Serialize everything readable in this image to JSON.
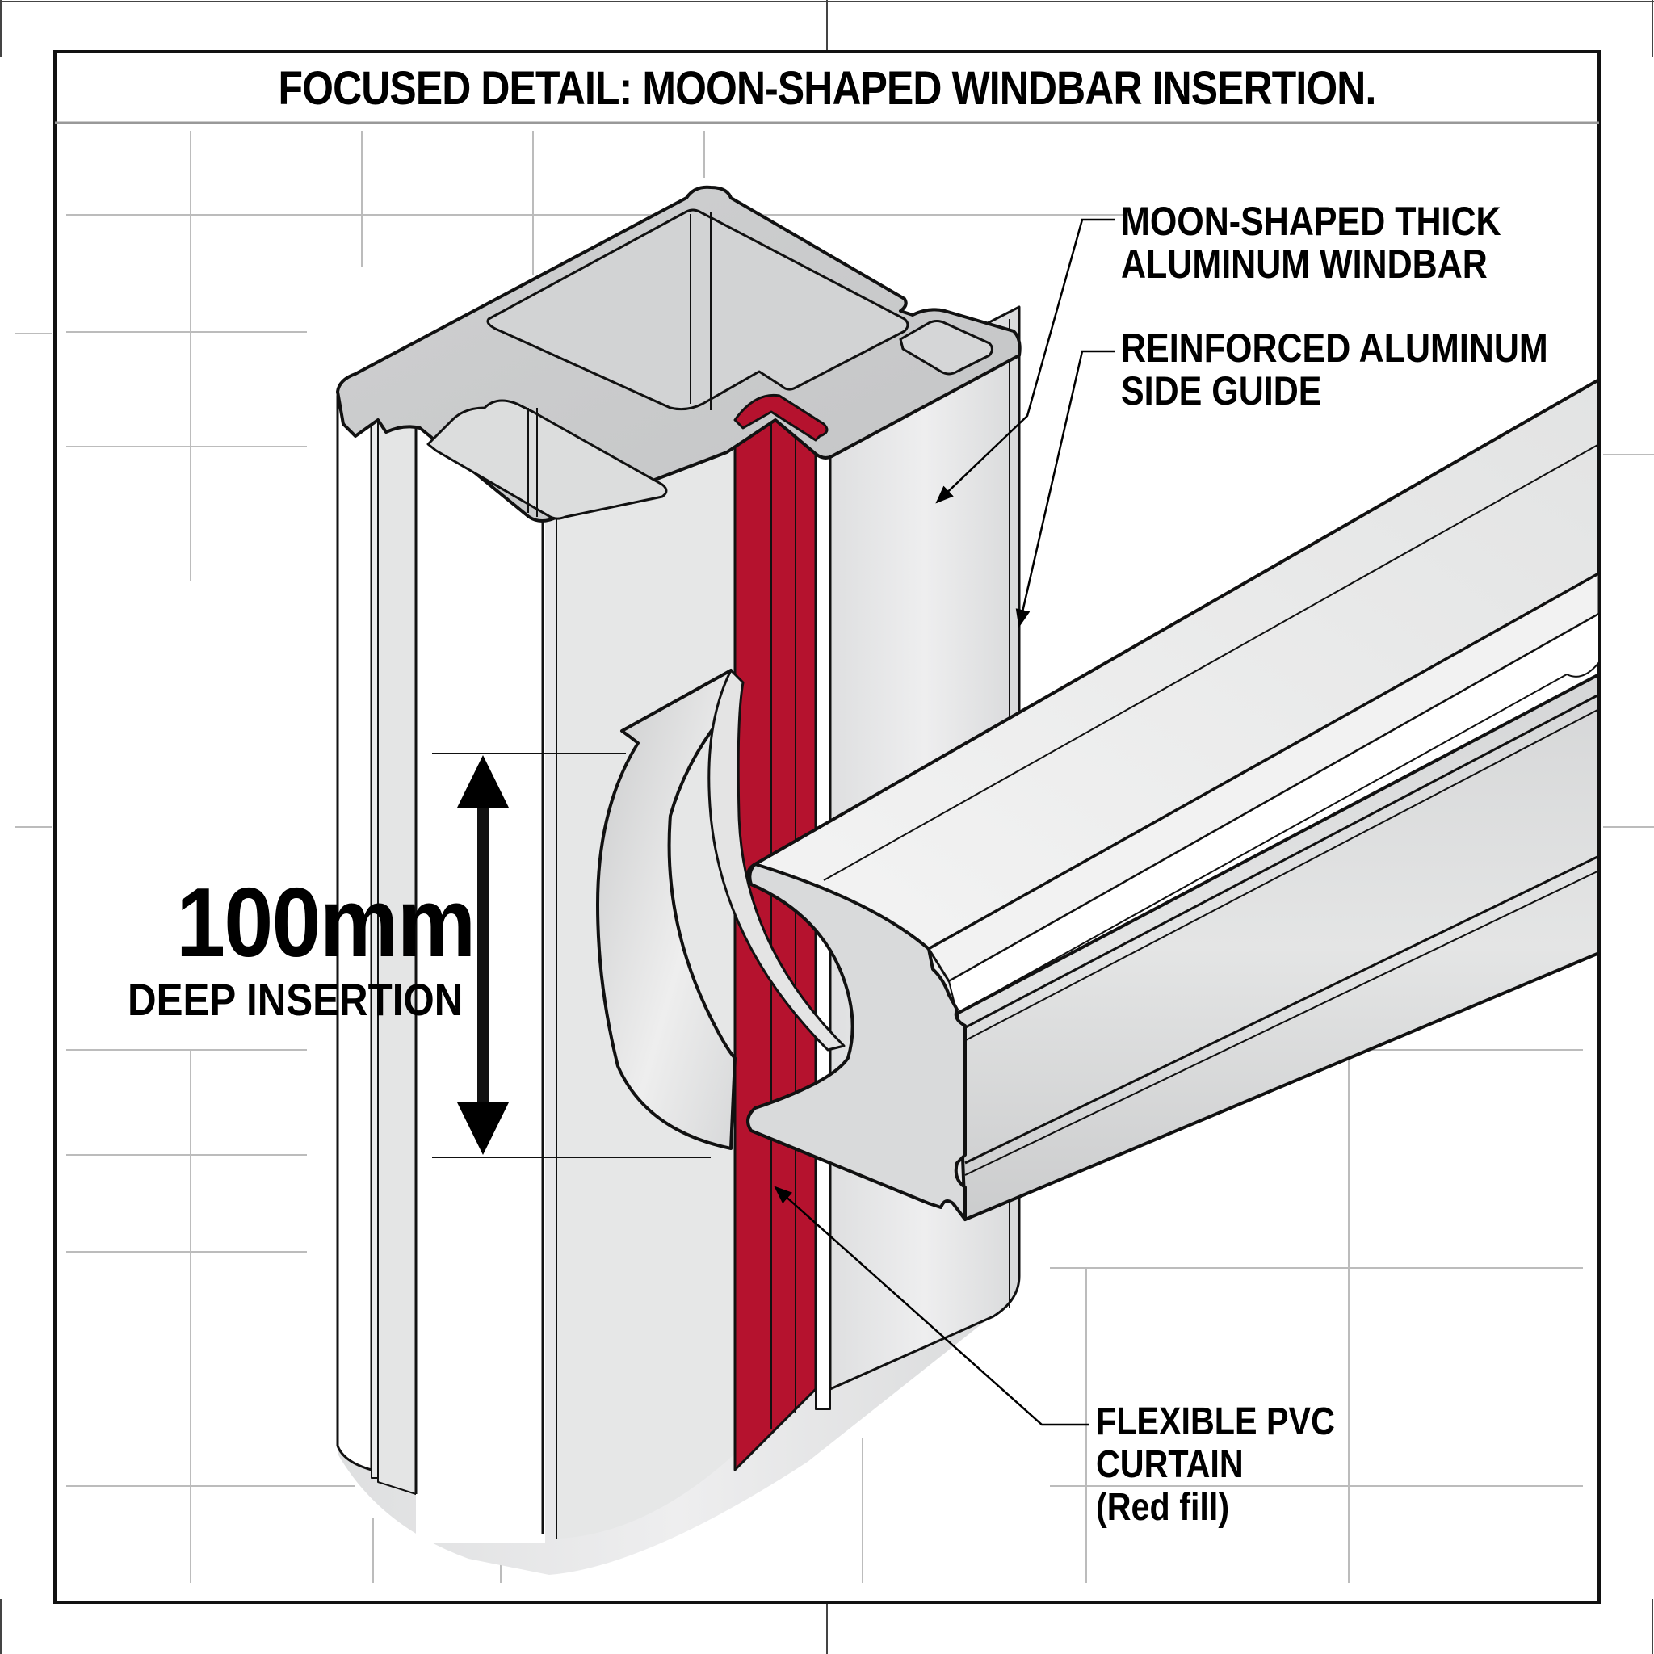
{
  "title": "FOCUSED DETAIL: MOON-SHAPED WINDBAR INSERTION.",
  "callouts": {
    "windbar": {
      "lines": [
        "MOON-SHAPED THICK",
        "ALUMINUM WINDBAR"
      ]
    },
    "side_guide": {
      "lines": [
        "REINFORCED ALUMINUM",
        "SIDE GUIDE"
      ]
    },
    "curtain": {
      "lines": [
        "FLEXIBLE PVC",
        "CURTAIN",
        "(Red fill)"
      ]
    }
  },
  "dimension": {
    "value": "100mm",
    "caption": "DEEP INSERTION"
  },
  "colors": {
    "aluminum_light": "#e6e7e7",
    "aluminum_mid": "#cfd0d1",
    "aluminum_dark": "#bdbebf",
    "pvc_red": "#b5122e",
    "pvc_red_dark": "#9e0f27",
    "outline": "#111111",
    "grid": "#b9b9b9"
  }
}
